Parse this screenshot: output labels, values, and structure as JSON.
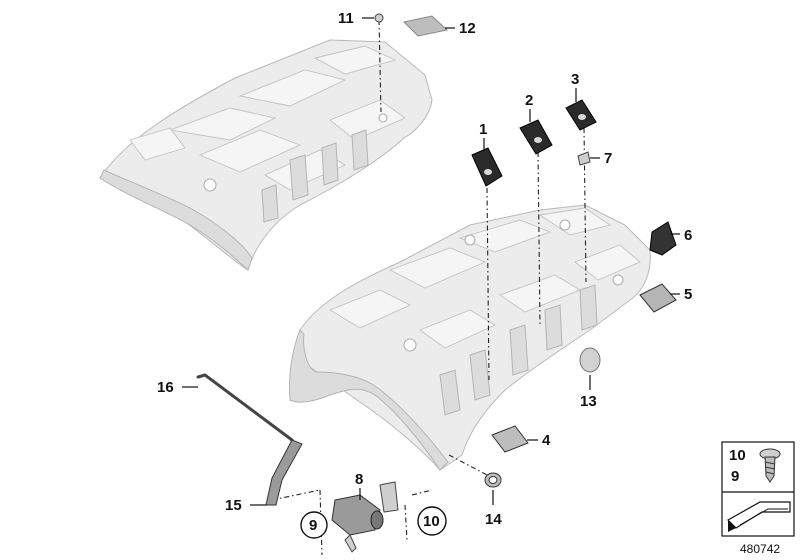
{
  "callouts": [
    {
      "id": "c1",
      "text": "1"
    },
    {
      "id": "c2",
      "text": "2"
    },
    {
      "id": "c3",
      "text": "3"
    },
    {
      "id": "c4",
      "text": "4"
    },
    {
      "id": "c5",
      "text": "5"
    },
    {
      "id": "c6",
      "text": "6"
    },
    {
      "id": "c7",
      "text": "7"
    },
    {
      "id": "c8",
      "text": "8"
    },
    {
      "id": "c9",
      "text": "9"
    },
    {
      "id": "c10",
      "text": "10"
    },
    {
      "id": "c11",
      "text": "11"
    },
    {
      "id": "c12",
      "text": "12"
    },
    {
      "id": "c13",
      "text": "13"
    },
    {
      "id": "c14",
      "text": "14"
    },
    {
      "id": "c15",
      "text": "15"
    },
    {
      "id": "c16",
      "text": "16"
    }
  ],
  "legend_box": {
    "label_top": "10",
    "label_bottom": "9"
  },
  "diagram_number": "480742"
}
